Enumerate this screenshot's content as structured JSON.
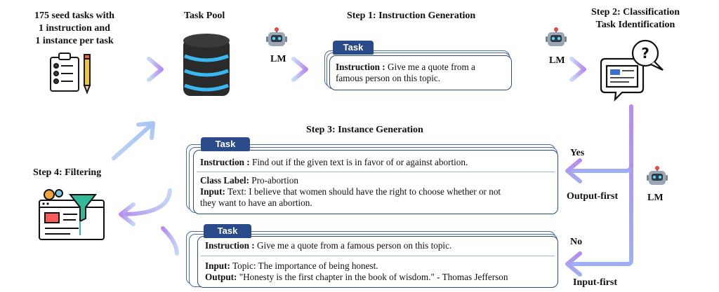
{
  "seed": {
    "line1": "175 seed tasks with",
    "line2": "1 instruction and",
    "line3": "1 instance per task"
  },
  "task_pool": {
    "title": "Task Pool"
  },
  "step1": {
    "title": "Step 1: Instruction Generation",
    "lm_label": "LM",
    "tab": "Task",
    "instruction_label": "Instruction :",
    "instruction_text_1": "Give me a quote from a",
    "instruction_text_2": "famous person on this topic."
  },
  "step2": {
    "title_1": "Step 2: Classification",
    "title_2": "Task Identification",
    "lm_label": "LM"
  },
  "step3": {
    "title": "Step 3: Instance Generation",
    "lm_label": "LM",
    "yes": "Yes",
    "output_first": "Output-first",
    "no": "No",
    "input_first": "Input-first",
    "card_a": {
      "tab": "Task",
      "instruction_label": "Instruction :",
      "instruction_text": "Find out if the given text is in favor of or against abortion.",
      "class_label": "Class Label:",
      "class_value": "Pro-abortion",
      "input_label": "Input:",
      "input_text_1": "Text: I believe that women should have the right to choose whether or not",
      "input_text_2": "they want to have an abortion."
    },
    "card_b": {
      "tab": "Task",
      "instruction_label": "Instruction :",
      "instruction_text": "Give me a quote from a famous person on this topic.",
      "input_label": "Input:",
      "input_text": "Topic: The importance of being honest.",
      "output_label": "Output:",
      "output_text": "\"Honesty is the first chapter in the book of wisdom.\" - Thomas Jefferson"
    }
  },
  "step4": {
    "title": "Step 4: Filtering"
  },
  "colors": {
    "arrow_start": "#b9d3f5",
    "arrow_end": "#b58cf0",
    "tab": "#2b4a8a",
    "card_border": "#2c4a86",
    "divider": "#9fb4e6"
  }
}
